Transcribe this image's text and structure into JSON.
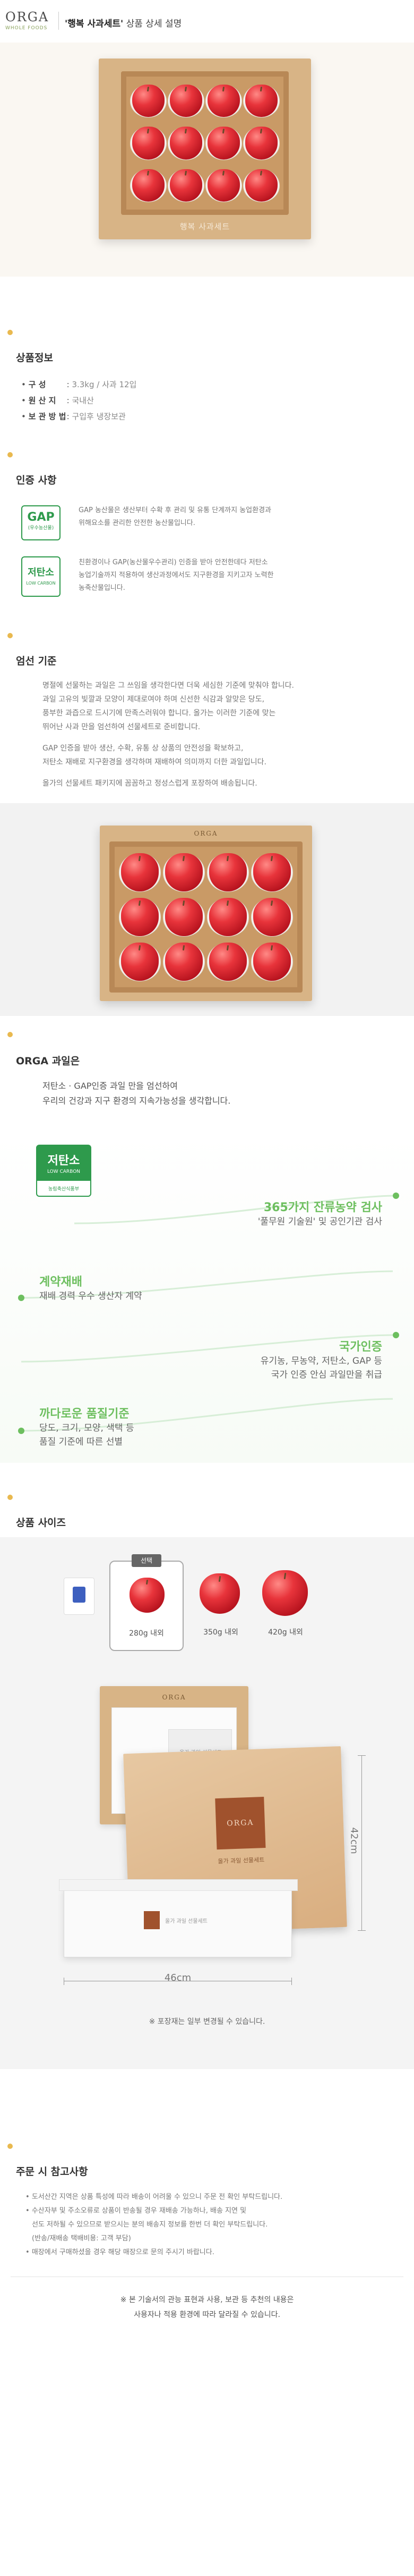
{
  "header": {
    "logo_main": "ORGA",
    "logo_sub": "WHOLE FOODS",
    "title_product": "행복 사과세트",
    "title_rest": "상품 상세 설명"
  },
  "hero": {
    "caption": "행복 사과세트"
  },
  "product_info": {
    "heading": "상품정보",
    "rows": [
      {
        "label": "구 성",
        "value": "3.3kg / 사과 12입"
      },
      {
        "label": "원 산 지",
        "value": "국내산"
      },
      {
        "label": "보 관 방 법",
        "value": "구입후 냉장보관"
      }
    ]
  },
  "certification": {
    "heading": "인증 사항",
    "gap_badge": {
      "big": "GAP",
      "small": "(우수농산물)"
    },
    "gap_text": [
      "GAP 농산물은 생산부터 수확 후 관리 및 유통 단계까지 농업환경과",
      "위해요소를 관리한 안전한 농산물입니다."
    ],
    "low_badge": {
      "big": "저탄소",
      "small": "LOW CARBON"
    },
    "low_text": [
      "친환경이나 GAP(농산물우수관리) 인증을 받아 안전한데다 저탄소",
      "농업기술까지 적용하여 생산과정에서도 지구환경을 지키고자 노력한",
      "농축산물입니다."
    ]
  },
  "selection": {
    "heading": "엄선 기준",
    "paragraphs": [
      [
        "명절에 선물하는 과일은 그 쓰임을 생각한다면 더욱 세심한 기준에 맞춰야 합니다.",
        "과일 고유의 빛깔과 모양이 제대로여야 하며 신선한 식감과 알맞은 당도,",
        "풍부한 과즙으로 드시기에 만족스러워야 합니다. 올가는 이러한 기준에 맞는",
        "뛰어난 사과 만을 엄선하여 선물세트로 준비합니다."
      ],
      [
        "GAP 인증을 받아 생산, 수확, 유통 상 상품의 안전성을 확보하고,",
        "저탄소 재배로 지구환경을 생각하며 재배하여 의미까지 더한 과일입니다."
      ],
      [
        "올가의 선물세트 패키지에 꼼꼼하고 정성스럽게 포장하여 배송됩니다."
      ]
    ]
  },
  "orga": {
    "heading": "ORGA 과일은",
    "intro": [
      "저탄소 · GAP인증 과일 만을 엄선하여",
      "우리의 건강과 지구 환경의 지속가능성을 생각합니다."
    ],
    "badge": {
      "big": "저탄소",
      "small": "LOW CARBON",
      "foot": "농림축산식품부"
    },
    "steps": [
      {
        "title": "365가지 잔류농약 검사",
        "desc": "'풀무원 기술원' 및 공인기관 검사"
      },
      {
        "title": "계약재배",
        "desc": "재배 경력 우수 생산자 계약"
      },
      {
        "title": "국가인증",
        "desc": [
          "유기농, 무농약, 저탄소, GAP 등",
          "국가 인증 안심 과일만을 취급"
        ]
      },
      {
        "title": "까다로운 품질기준",
        "desc": [
          "당도, 크기, 모양, 색택 등",
          "품질 기준에 따른 선별"
        ]
      }
    ]
  },
  "sizes": {
    "heading": "상품 사이즈",
    "selected_tag": "선택",
    "items": [
      "280g 내외",
      "350g 내외",
      "420g 내외"
    ],
    "box_label": "ORGA",
    "box_caption": "올가 과일 선물세트",
    "dim_height": "42cm",
    "dim_width": "46cm",
    "note": "※ 포장재는 일부 변경될 수 있습니다."
  },
  "notice": {
    "heading": "주문 시 참고사항",
    "items": [
      "도서산간 지역은 상품 특성에 따라 배송이 어려울 수 있으니 주문 전 확인 부탁드립니다.",
      "수산자부 및 주소오류로 상품이 반송될 경우 재배송 가능하나, 배송 지연 및",
      "선도 저하될 수 있으므로 받으시는 분의 배송지 정보를 한번 더 확인 부탁드립니다.",
      "(반송/재배송 택배비용: 고객 부담)",
      "매장에서 구매하셨을 경우 해당 매장으로 문의 주시기 바랍니다."
    ],
    "footer": [
      "※ 본 기술서의 관능 표현과 사용, 보관 등 추천의 내용은",
      "사용자나 적용 환경에 따라 달라질 수 있습니다."
    ]
  }
}
